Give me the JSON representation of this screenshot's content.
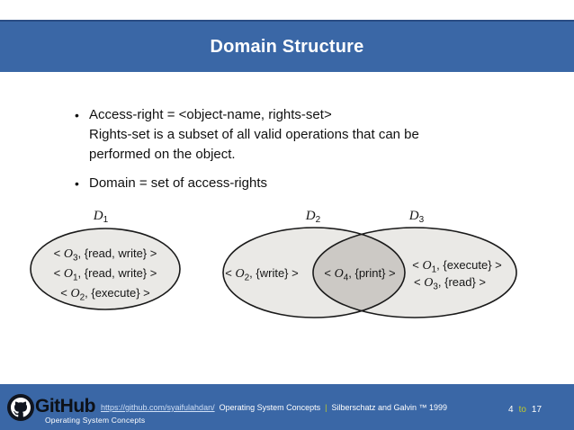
{
  "colors": {
    "bar_blue": "#3a67a6",
    "accent_yellow": "#bfca2b",
    "link_blue": "#cfdff6",
    "ellipse_fill": "#eae9e6",
    "intersection_fill": "#ccc9c5"
  },
  "slide": {
    "title": "Domain Structure",
    "bullet_glyph": "•",
    "bullets": [
      {
        "lines": [
          "Access-right = <object-name, rights-set>",
          "Rights-set is a subset of all valid operations that can be",
          "performed on the object."
        ]
      },
      {
        "lines": [
          "Domain = set of access-rights"
        ]
      }
    ]
  },
  "diagram": {
    "d1": {
      "label": {
        "base": "D",
        "sub": "1"
      },
      "entries": [
        {
          "pre": "< ",
          "obj": "O",
          "sub": "3",
          "post": ", {read, write} >"
        },
        {
          "pre": "< ",
          "obj": "O",
          "sub": "1",
          "post": ", {read, write} >"
        },
        {
          "pre": "< ",
          "obj": "O",
          "sub": "2",
          "post": ", {execute} >"
        }
      ]
    },
    "d2": {
      "label": {
        "base": "D",
        "sub": "2"
      },
      "entries": [
        {
          "pre": "< ",
          "obj": "O",
          "sub": "2",
          "post": ", {write} >"
        }
      ]
    },
    "intersection": {
      "entries": [
        {
          "pre": "< ",
          "obj": "O",
          "sub": "4",
          "post": ", {print} >"
        }
      ]
    },
    "d3": {
      "label": {
        "base": "D",
        "sub": "3"
      },
      "entries": [
        {
          "pre": "< ",
          "obj": "O",
          "sub": "1",
          "post": ", {execute} >"
        },
        {
          "pre": "< ",
          "obj": "O",
          "sub": "3",
          "post": ", {read} >"
        }
      ]
    }
  },
  "footer": {
    "brand": "GitHub",
    "brand_subtitle": "Operating System Concepts",
    "link": "https://github.com/syaifulahdan/",
    "course": "Operating System Concepts",
    "separator": "|",
    "credits": "Silberschatz and Galvin ™ 1999",
    "page_current": "4",
    "page_connector": "to",
    "page_total": "17"
  }
}
